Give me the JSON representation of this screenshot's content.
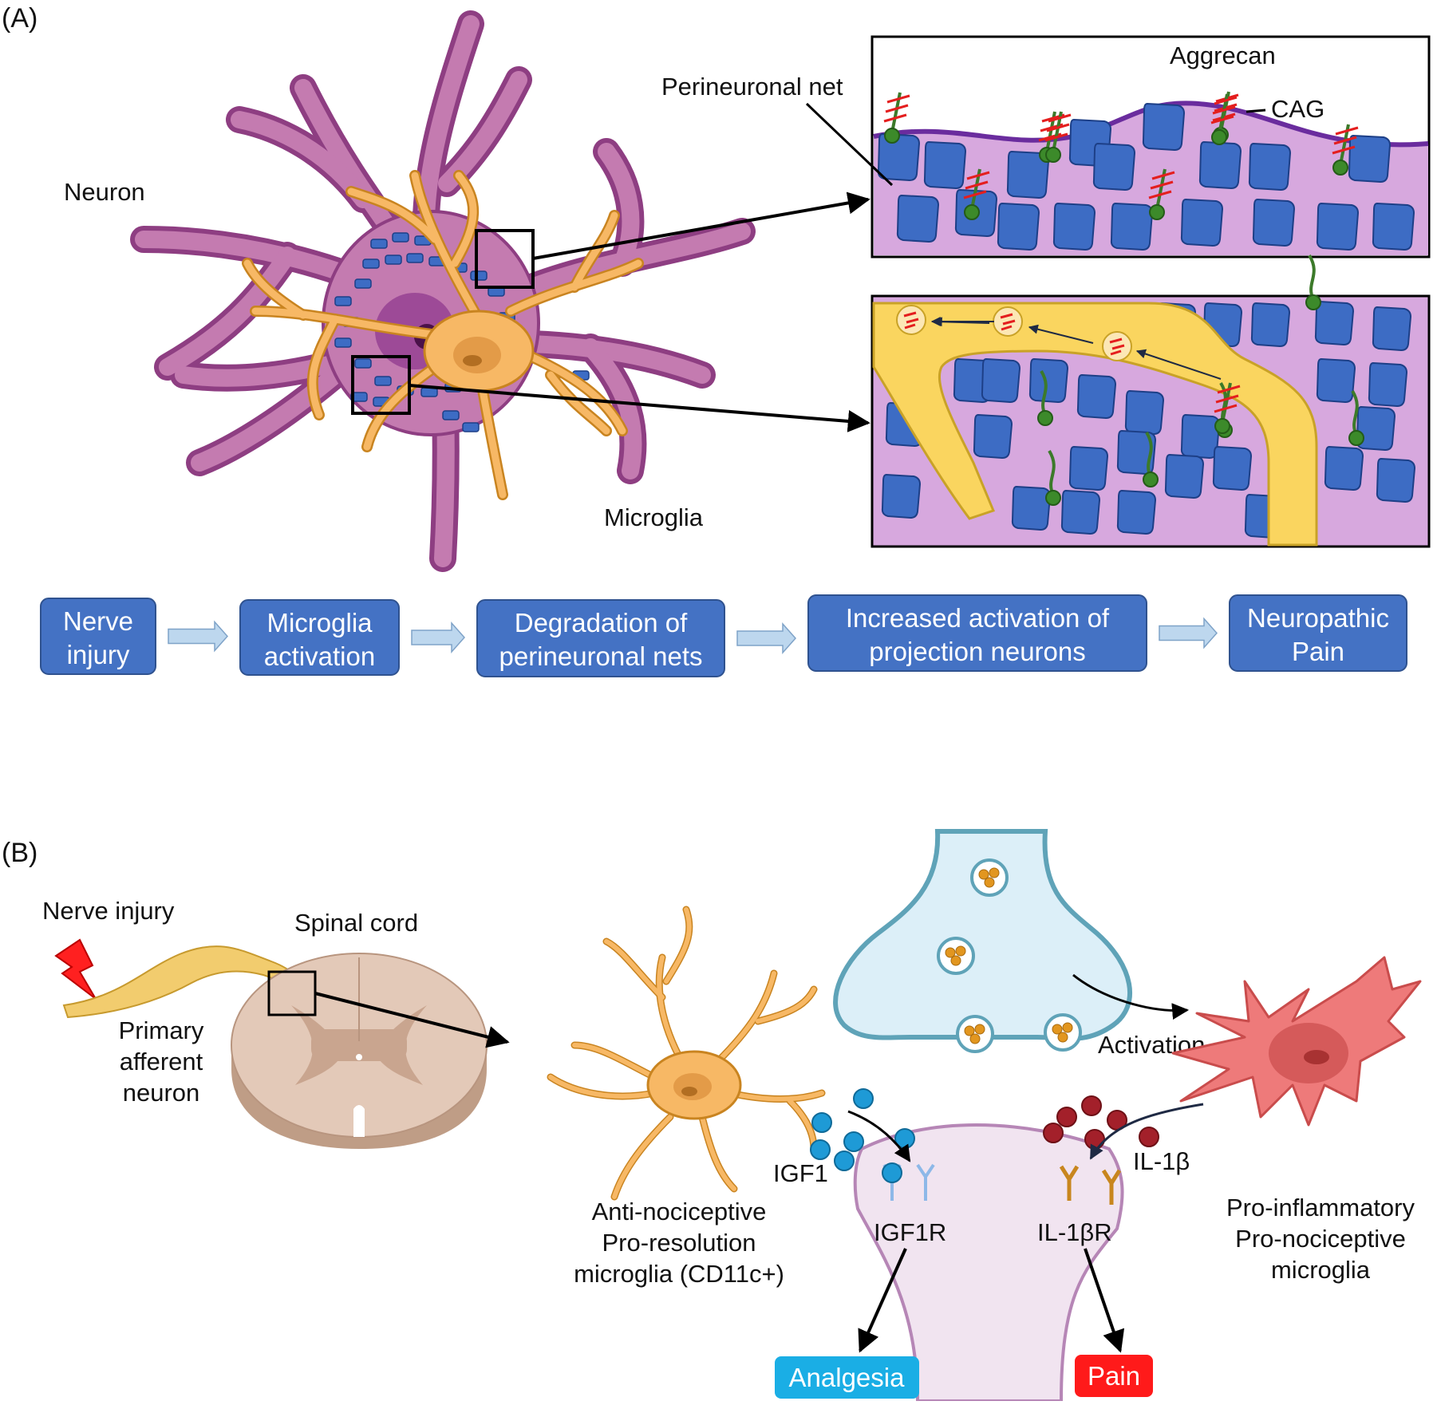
{
  "panel_a": {
    "label": "(A)",
    "neuron": "Neuron",
    "microglia": "Microglia",
    "perineuronal_net": "Perineuronal net",
    "aggrecan": "Aggrecan",
    "cag": "CAG",
    "flow": [
      {
        "line1": "Nerve",
        "line2": "injury"
      },
      {
        "line1": "Microglia",
        "line2": "activation"
      },
      {
        "line1": "Degradation of",
        "line2": "perineuronal nets"
      },
      {
        "line1": "Increased activation of",
        "line2": "projection neurons"
      },
      {
        "line1": "Neuropathic",
        "line2": "Pain"
      }
    ]
  },
  "panel_b": {
    "label": "(B)",
    "nerve_injury": "Nerve injury",
    "spinal_cord": "Spinal cord",
    "primary_afferent": [
      "Primary",
      "afferent",
      "neuron"
    ],
    "activation": "Activation",
    "igf1": "IGF1",
    "igf1r": "IGF1R",
    "il1b": "IL-1β",
    "il1br": "IL-1βR",
    "anti_noci": [
      "Anti-nociceptive",
      "Pro-resolution",
      "microglia (CD11c+)"
    ],
    "pro_inflam": [
      "Pro-inflammatory",
      "Pro-nociceptive",
      "microglia"
    ],
    "analgesia": "Analgesia",
    "pain": "Pain"
  },
  "colors": {
    "neuron": "#C47BB0",
    "neuron_dark": "#8E3E82",
    "microglia": "#F7B865",
    "pnn_block": "#3D6CC4",
    "pnn_bg": "#D7A8DE",
    "flow_box": "#4472C4",
    "flow_arrow": "#BDD7EE",
    "analgesia": "#1AAEE5",
    "pain": "#FF1A1A",
    "pro_inflam": "#EE7A7A",
    "terminal": "#DCEFF8",
    "postsyn": "#F1E4F0"
  }
}
